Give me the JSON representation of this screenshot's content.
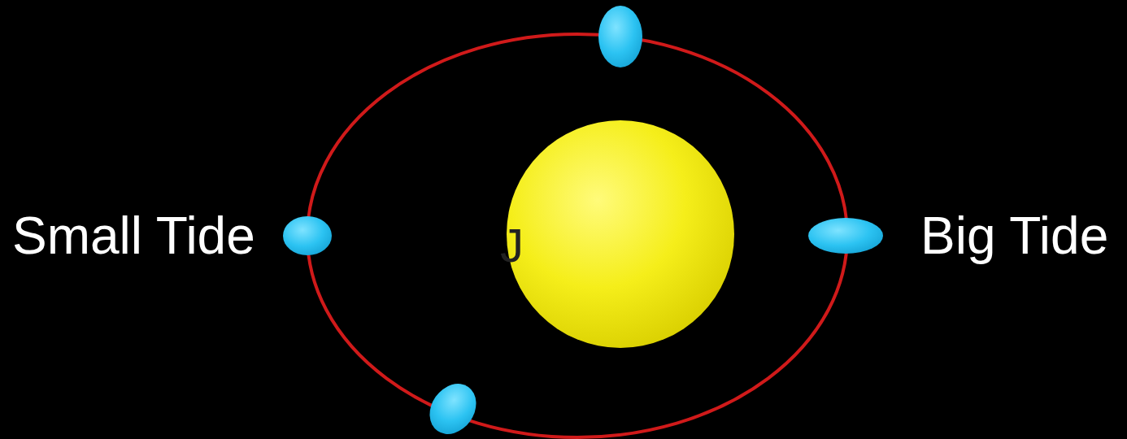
{
  "diagram": {
    "nodes": [
      {
        "text": [
          "J"
        ]
      }
    ],
    "labels": [
      "Small Tide",
      "Big Tide"
    ]
  }
}
